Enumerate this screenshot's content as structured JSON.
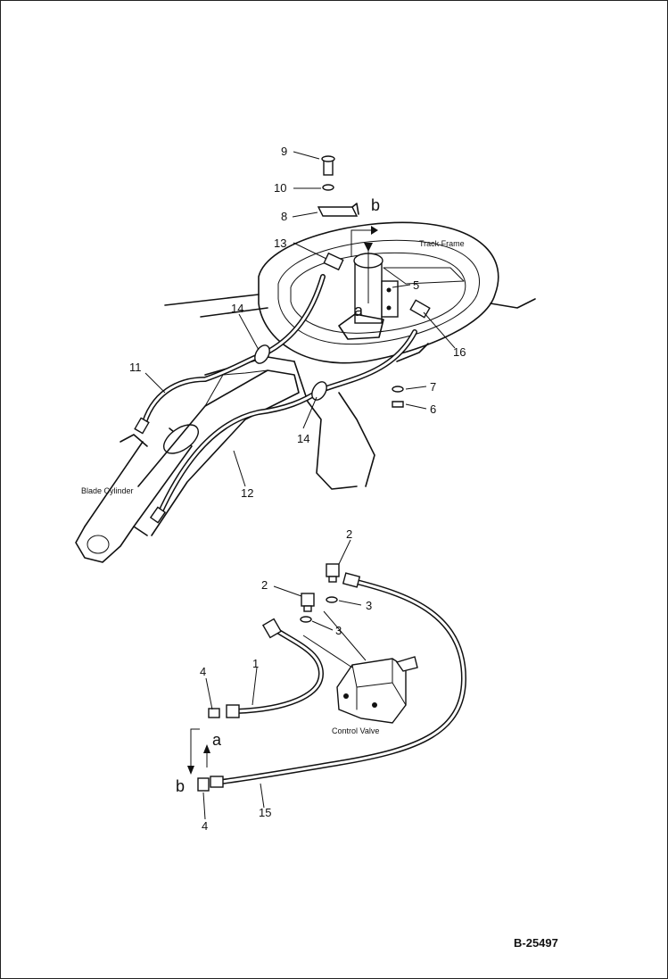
{
  "labels": {
    "track_frame": "Track Frame",
    "blade_cylinder": "Blade Cylinder",
    "control_valve": "Control Valve",
    "drawing_id": "B-25497"
  },
  "view_marks": {
    "a_upper": "a",
    "b_upper": "b",
    "a_lower": "a",
    "b_lower": "b"
  },
  "parts": {
    "p1": "1",
    "p2a": "2",
    "p2b": "2",
    "p3a": "3",
    "p3b": "3",
    "p4a": "4",
    "p4b": "4",
    "p5": "5",
    "p6": "6",
    "p7": "7",
    "p8": "8",
    "p9": "9",
    "p10": "10",
    "p11": "11",
    "p12": "12",
    "p13": "13",
    "p14a": "14",
    "p14b": "14",
    "p15": "15",
    "p16": "16"
  }
}
